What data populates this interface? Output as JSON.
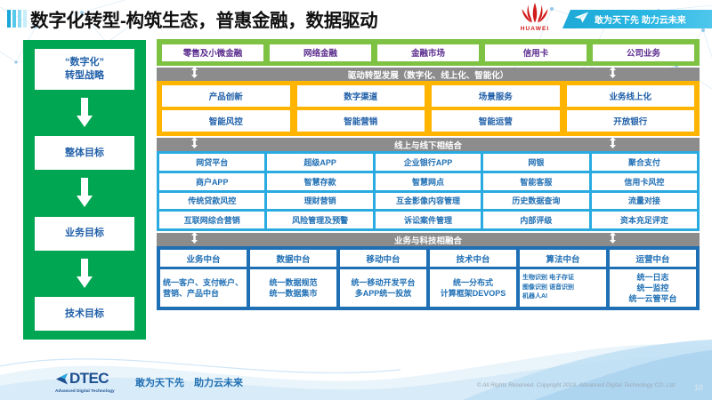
{
  "header": {
    "title": "数字化转型-构筑生态，普惠金融，数据驱动",
    "brand": "HUAWEI",
    "banner_text": "敢为天下先 助力云未来"
  },
  "strategy": {
    "items": [
      {
        "label": "“数字化”\n转型战略"
      },
      {
        "label": "整体目标"
      },
      {
        "label": "业务目标"
      },
      {
        "label": "技术目标"
      }
    ],
    "line1": "“数字化”",
    "line2": "转型战略",
    "item2": "整体目标",
    "item3": "业务目标",
    "item4": "技术目标"
  },
  "business_lines": {
    "cells": [
      "零售及小微金融",
      "网络金融",
      "金融市场",
      "信用卡",
      "公司业务"
    ]
  },
  "divider1": {
    "text": "驱动转型发展（数字化、线上化、智能化）"
  },
  "capabilities": {
    "row1": [
      "产品创新",
      "数字渠道",
      "场景服务",
      "业务线上化"
    ],
    "row2": [
      "智能风控",
      "智能营销",
      "智能运营",
      "开放银行"
    ]
  },
  "divider2": {
    "text": "线上与线下相结合"
  },
  "applications": {
    "row1": [
      "网贷平台",
      "超级APP",
      "企业银行APP",
      "网银",
      "聚合支付"
    ],
    "row2": [
      "商户APP",
      "智慧存款",
      "智慧网点",
      "智能客服",
      "信用卡风控"
    ],
    "row3": [
      "传统贷款风控",
      "理财营销",
      "互金影像内容管理",
      "历史数据查询",
      "流量对接"
    ],
    "row4": [
      "互联网综合营销",
      "风险管理及预警",
      "诉讼案件管理",
      "内部评级",
      "资本充足评定"
    ]
  },
  "divider3": {
    "text": "业务与科技相融合"
  },
  "platforms": {
    "columns": [
      {
        "title": "业务中台",
        "body": "统一客户、支付帐户、营销、产品中台"
      },
      {
        "title": "数据中台",
        "body": "统一数据规范\n统一数据集市"
      },
      {
        "title": "移动中台",
        "body": "统一移动开发平台\n多APP统一投放"
      },
      {
        "title": "技术中台",
        "body": "统一分布式\n计算框架DEVOPS"
      },
      {
        "title": "算法中台",
        "body": "生物识别 电子存证\n图像识别 语音识别\n机器人AI"
      },
      {
        "title": "运营中台",
        "body": "统一日志\n统一监控\n统一云管平台"
      }
    ],
    "c0_title": "业务中台",
    "c0_body": "统一客户、支付帐户、营销、产品中台",
    "c1_title": "数据中台",
    "c1_body": "统一数据规范\n统一数据集市",
    "c2_title": "移动中台",
    "c2_body": "统一移动开发平台\n多APP统一投放",
    "c3_title": "技术中台",
    "c3_body": "统一分布式\n计算框架DEVOPS",
    "c4_title": "算法中台",
    "c4_body": "生物识别 电子存证\n图像识别 语音识别\n机器人AI",
    "c5_title": "运营中台",
    "c5_body": "统一日志\n统一监控\n统一云管平台"
  },
  "footer": {
    "logo_name": "DTEC",
    "logo_sub": "Advanced Digital Technology",
    "tagline": "敢为天下先　助力云未来",
    "copyright": "© All Rights Reserved. Copyright 2019. Advanced Digital Technology CO.,Ltd",
    "page": "10"
  },
  "colors": {
    "green_band": "#7dc242",
    "green_col": "#00a651",
    "grey_band": "#8c8c8c",
    "orange_band": "#ffb400",
    "light_blue": "#29abe2",
    "dark_blue": "#1f6fb4",
    "huawei_red": "#d21a1a",
    "banner_cyan": "#29b6e3",
    "purple_text": "#5b2d8e"
  }
}
